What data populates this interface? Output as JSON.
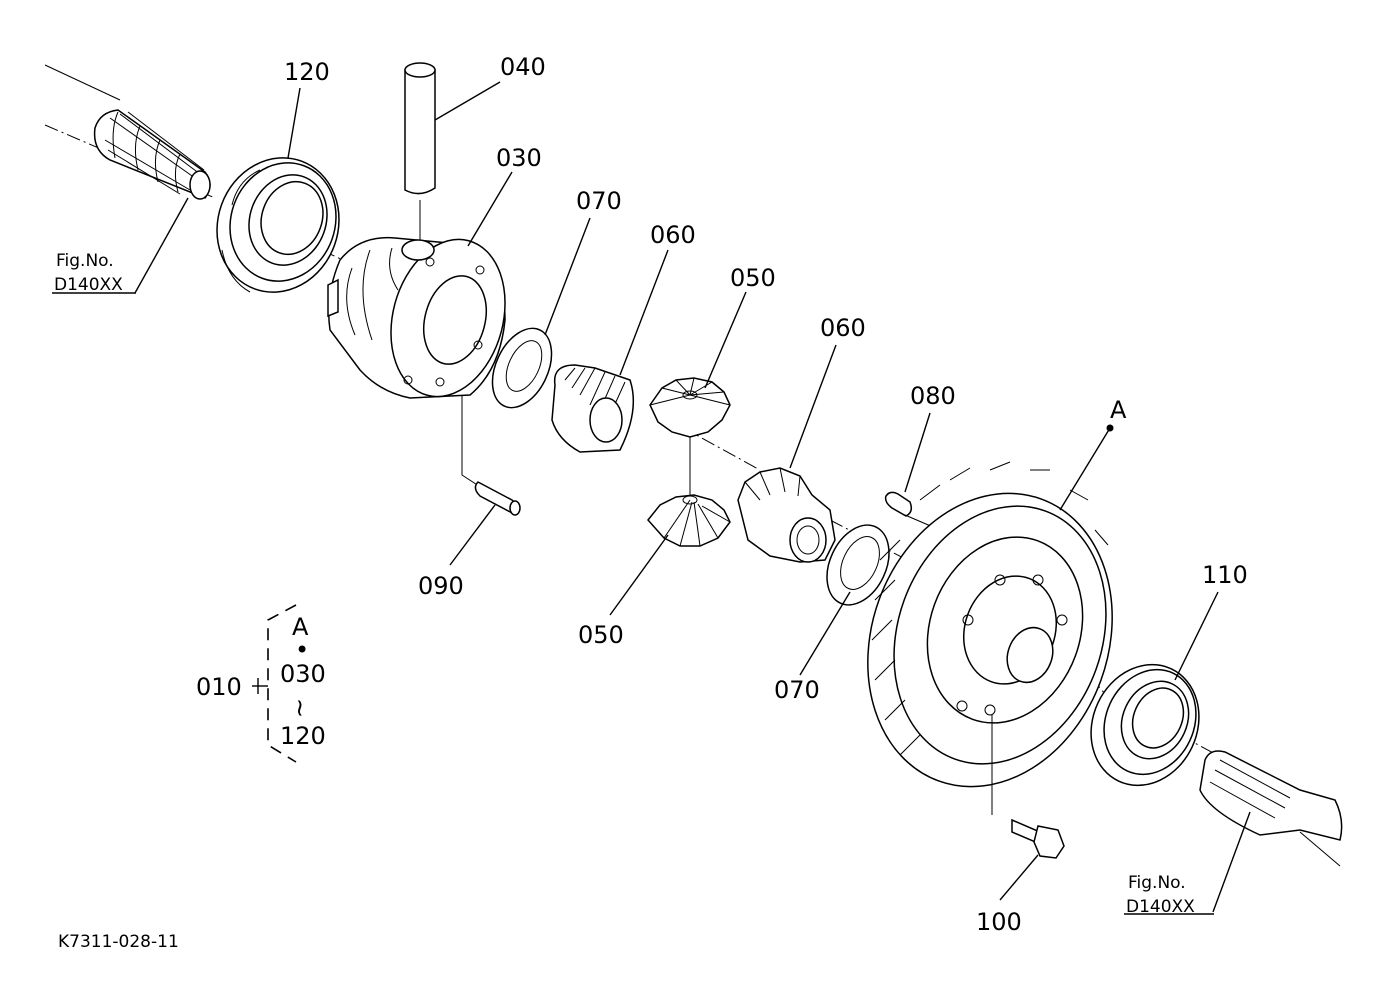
{
  "diagram": {
    "drawing_code": "K7311-028-11",
    "part_labels": [
      "120",
      "040",
      "030",
      "070",
      "060",
      "050",
      "060",
      "080",
      "090",
      "050",
      "070",
      "110",
      "100"
    ],
    "point_label": "A",
    "figure_refs": [
      {
        "line1": "Fig.No.",
        "line2": "D140XX"
      },
      {
        "line1": "Fig.No.",
        "line2": "D140XX"
      }
    ],
    "assembly_group": {
      "id": "010",
      "items": [
        "A",
        "•",
        "030",
        "~",
        "120"
      ]
    }
  }
}
